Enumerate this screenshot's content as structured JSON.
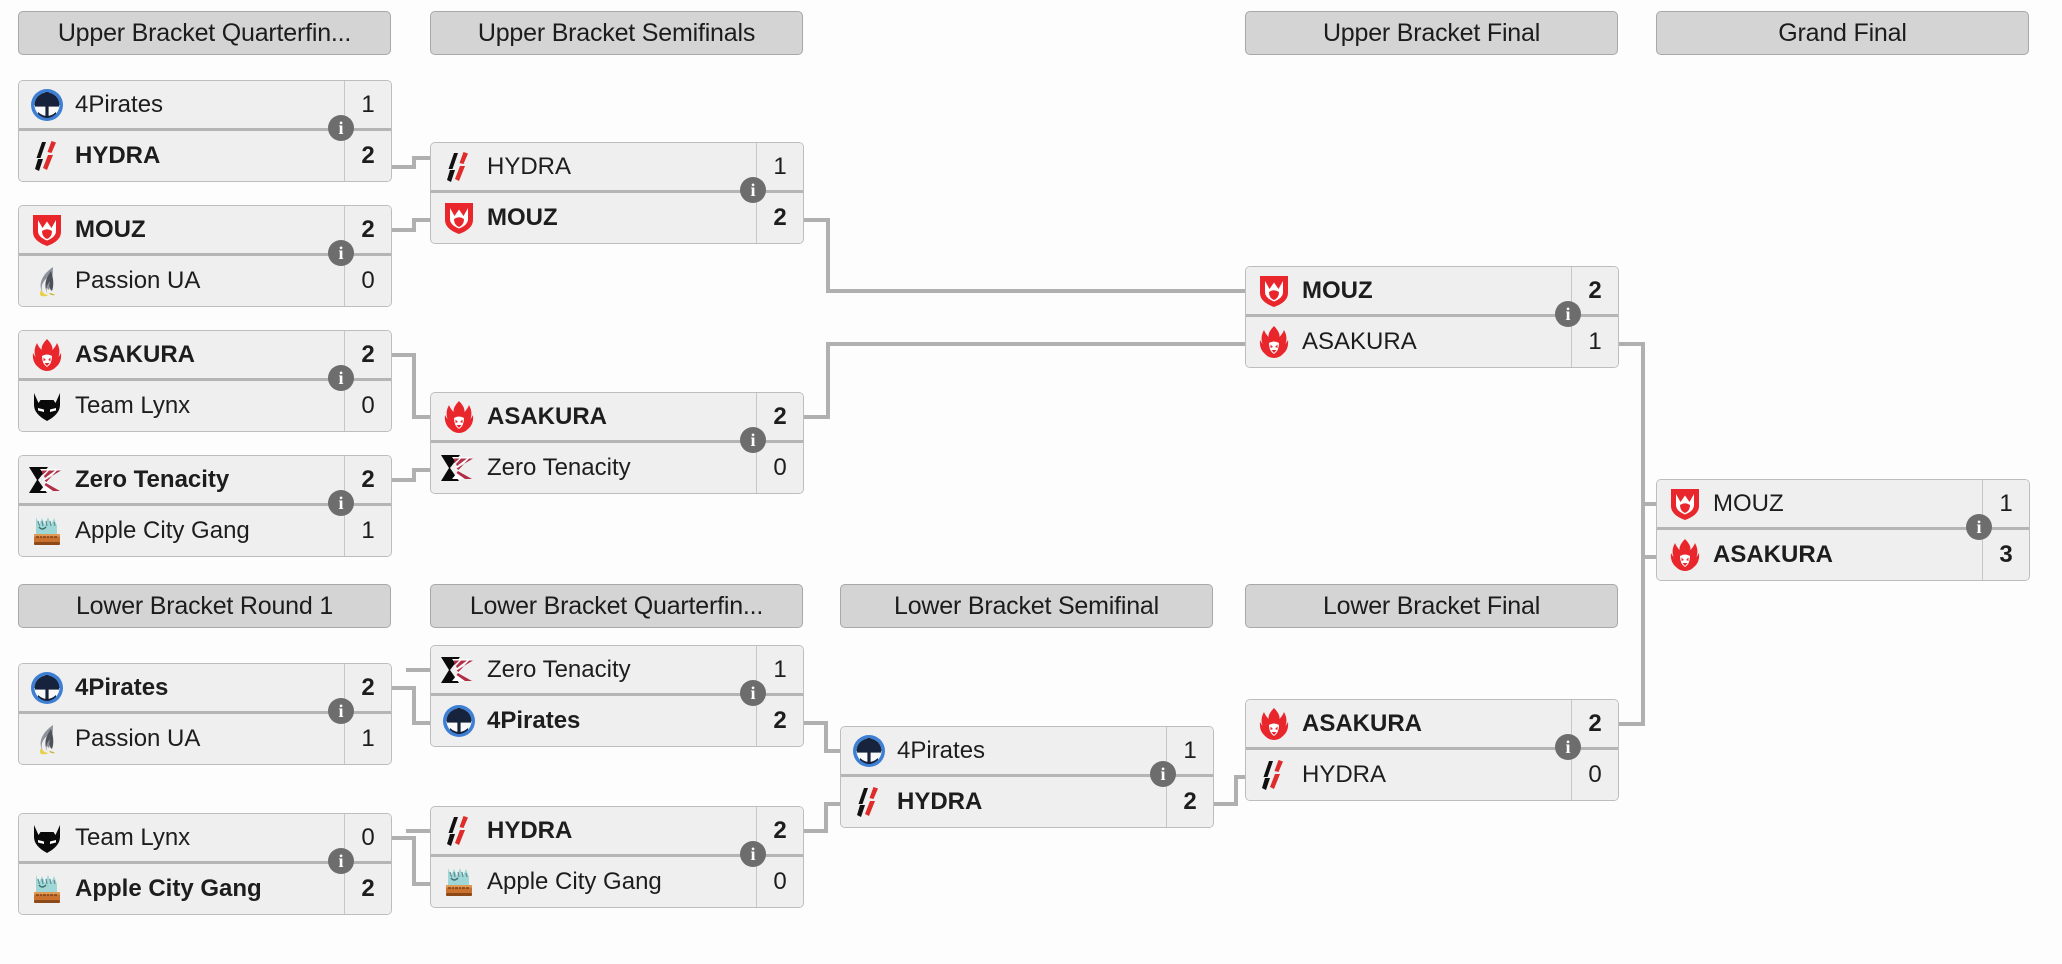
{
  "bracket": {
    "title": "Double Elimination Bracket",
    "info_icon": "info-icon",
    "line_color": "#b0b0b0",
    "header_bg": "#d4d4d4",
    "card_bg": "#efefef"
  },
  "rounds": [
    {
      "id": "ubqf",
      "label": "Upper Bracket Quarterfin..."
    },
    {
      "id": "ubsf",
      "label": "Upper Bracket Semifinals"
    },
    {
      "id": "ubf",
      "label": "Upper Bracket Final"
    },
    {
      "id": "gf",
      "label": "Grand Final"
    },
    {
      "id": "lbr1",
      "label": "Lower Bracket Round 1"
    },
    {
      "id": "lbqf",
      "label": "Lower Bracket Quarterfin..."
    },
    {
      "id": "lbsf",
      "label": "Lower Bracket Semifinal"
    },
    {
      "id": "lbf",
      "label": "Lower Bracket Final"
    }
  ],
  "matches": [
    {
      "id": "ubqf1",
      "round": "ubqf",
      "top": {
        "team": "4Pirates",
        "logo": "4pirates-logo",
        "score": "1",
        "winner": false
      },
      "bottom": {
        "team": "HYDRA",
        "logo": "hydra-logo",
        "score": "2",
        "winner": true
      }
    },
    {
      "id": "ubqf2",
      "round": "ubqf",
      "top": {
        "team": "MOUZ",
        "logo": "mouz-logo",
        "score": "2",
        "winner": true
      },
      "bottom": {
        "team": "Passion UA",
        "logo": "passionua-logo",
        "score": "0",
        "winner": false
      }
    },
    {
      "id": "ubqf3",
      "round": "ubqf",
      "top": {
        "team": "ASAKURA",
        "logo": "asakura-logo",
        "score": "2",
        "winner": true
      },
      "bottom": {
        "team": "Team Lynx",
        "logo": "lynx-logo",
        "score": "0",
        "winner": false
      }
    },
    {
      "id": "ubqf4",
      "round": "ubqf",
      "top": {
        "team": "Zero Tenacity",
        "logo": "zerotenacity-logo",
        "score": "2",
        "winner": true
      },
      "bottom": {
        "team": "Apple City Gang",
        "logo": "applecity-logo",
        "score": "1",
        "winner": false
      }
    },
    {
      "id": "ubsf1",
      "round": "ubsf",
      "top": {
        "team": "HYDRA",
        "logo": "hydra-logo",
        "score": "1",
        "winner": false
      },
      "bottom": {
        "team": "MOUZ",
        "logo": "mouz-logo",
        "score": "2",
        "winner": true
      }
    },
    {
      "id": "ubsf2",
      "round": "ubsf",
      "top": {
        "team": "ASAKURA",
        "logo": "asakura-logo",
        "score": "2",
        "winner": true
      },
      "bottom": {
        "team": "Zero Tenacity",
        "logo": "zerotenacity-logo",
        "score": "0",
        "winner": false
      }
    },
    {
      "id": "ubf1",
      "round": "ubf",
      "top": {
        "team": "MOUZ",
        "logo": "mouz-logo",
        "score": "2",
        "winner": true
      },
      "bottom": {
        "team": "ASAKURA",
        "logo": "asakura-logo",
        "score": "1",
        "winner": false
      }
    },
    {
      "id": "gf1",
      "round": "gf",
      "top": {
        "team": "MOUZ",
        "logo": "mouz-logo",
        "score": "1",
        "winner": false
      },
      "bottom": {
        "team": "ASAKURA",
        "logo": "asakura-logo",
        "score": "3",
        "winner": true
      }
    },
    {
      "id": "lbr1a",
      "round": "lbr1",
      "top": {
        "team": "4Pirates",
        "logo": "4pirates-logo",
        "score": "2",
        "winner": true
      },
      "bottom": {
        "team": "Passion UA",
        "logo": "passionua-logo",
        "score": "1",
        "winner": false
      }
    },
    {
      "id": "lbr1b",
      "round": "lbr1",
      "top": {
        "team": "Team Lynx",
        "logo": "lynx-logo",
        "score": "0",
        "winner": false
      },
      "bottom": {
        "team": "Apple City Gang",
        "logo": "applecity-logo",
        "score": "2",
        "winner": true
      }
    },
    {
      "id": "lbqf1",
      "round": "lbqf",
      "top": {
        "team": "Zero Tenacity",
        "logo": "zerotenacity-logo",
        "score": "1",
        "winner": false
      },
      "bottom": {
        "team": "4Pirates",
        "logo": "4pirates-logo",
        "score": "2",
        "winner": true
      }
    },
    {
      "id": "lbqf2",
      "round": "lbqf",
      "top": {
        "team": "HYDRA",
        "logo": "hydra-logo",
        "score": "2",
        "winner": true
      },
      "bottom": {
        "team": "Apple City Gang",
        "logo": "applecity-logo",
        "score": "0",
        "winner": false
      }
    },
    {
      "id": "lbsf1",
      "round": "lbsf",
      "top": {
        "team": "4Pirates",
        "logo": "4pirates-logo",
        "score": "1",
        "winner": false
      },
      "bottom": {
        "team": "HYDRA",
        "logo": "hydra-logo",
        "score": "2",
        "winner": true
      }
    },
    {
      "id": "lbf1",
      "round": "lbf",
      "top": {
        "team": "ASAKURA",
        "logo": "asakura-logo",
        "score": "2",
        "winner": true
      },
      "bottom": {
        "team": "HYDRA",
        "logo": "hydra-logo",
        "score": "0",
        "winner": false
      }
    }
  ]
}
